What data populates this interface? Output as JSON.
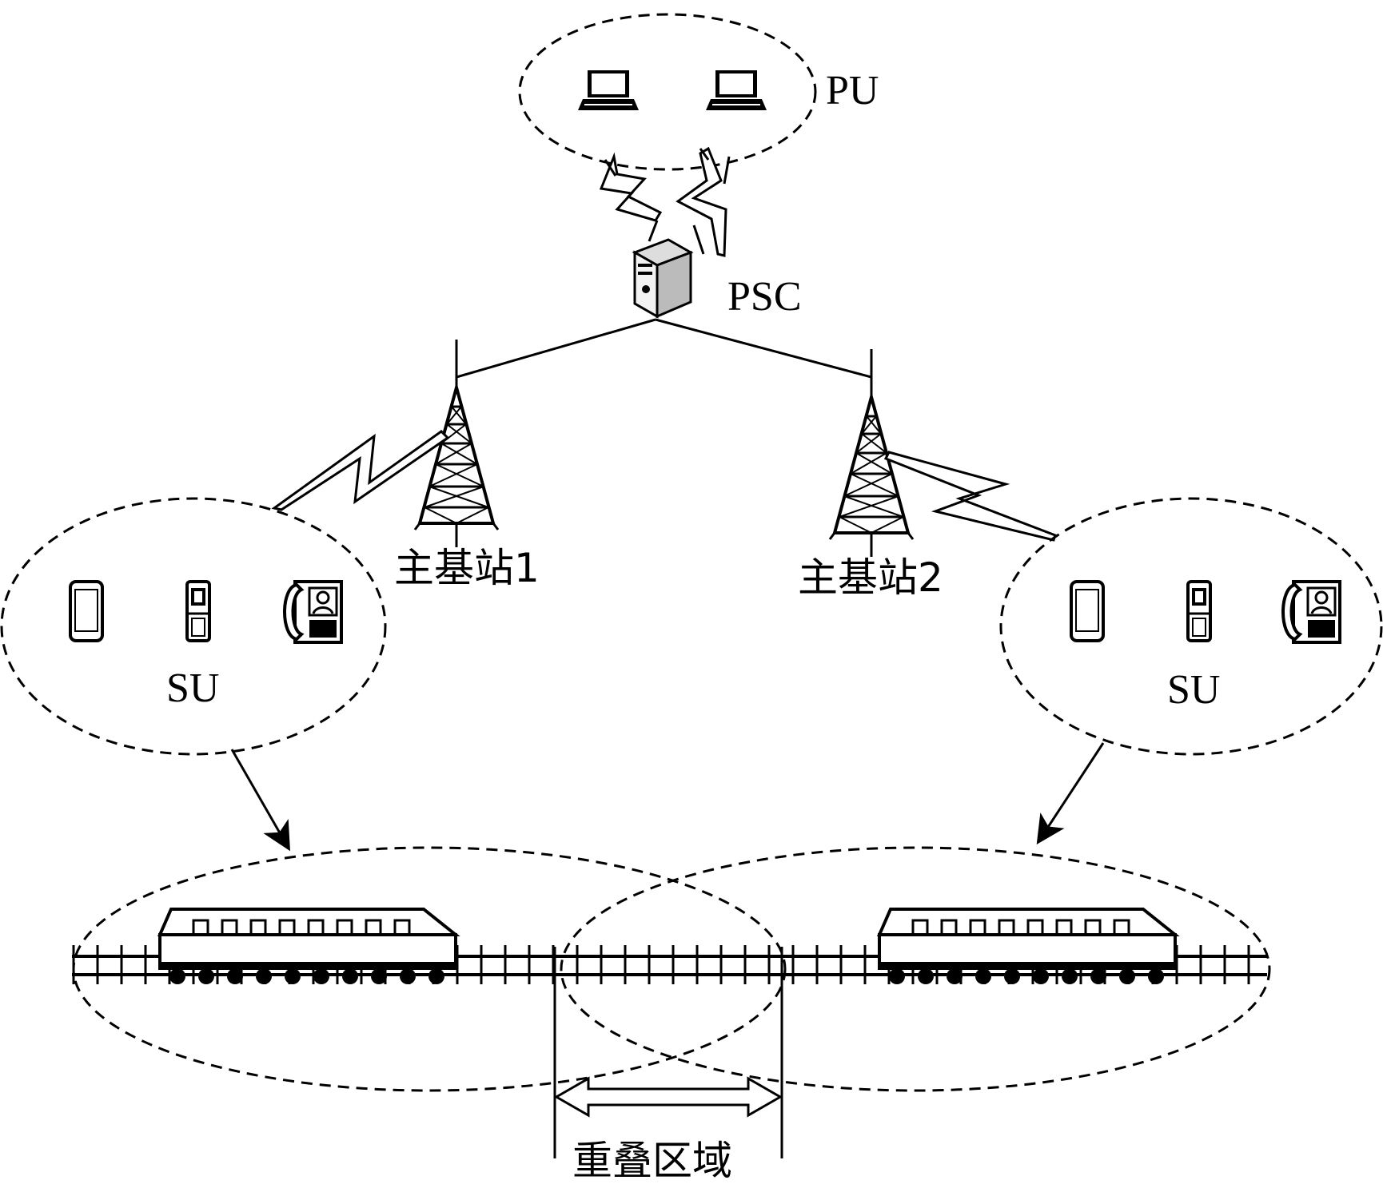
{
  "labels": {
    "pu": "PU",
    "psc": "PSC",
    "base_station_1": "主基站1",
    "base_station_2": "主基站2",
    "su_left": "SU",
    "su_right": "SU",
    "overlap_region": "重叠区域"
  },
  "icons": {
    "pu_devices": [
      "laptop-icon",
      "laptop-icon"
    ],
    "psc_device": "server-icon",
    "base_stations": [
      "tower-icon",
      "tower-icon"
    ],
    "su_devices": [
      "smartphone-icon",
      "flip-phone-icon",
      "video-phone-icon"
    ],
    "trains": [
      "train-icon",
      "train-icon"
    ],
    "track": "railway-track-icon"
  },
  "colors": {
    "line": "#000000",
    "background": "#ffffff"
  }
}
